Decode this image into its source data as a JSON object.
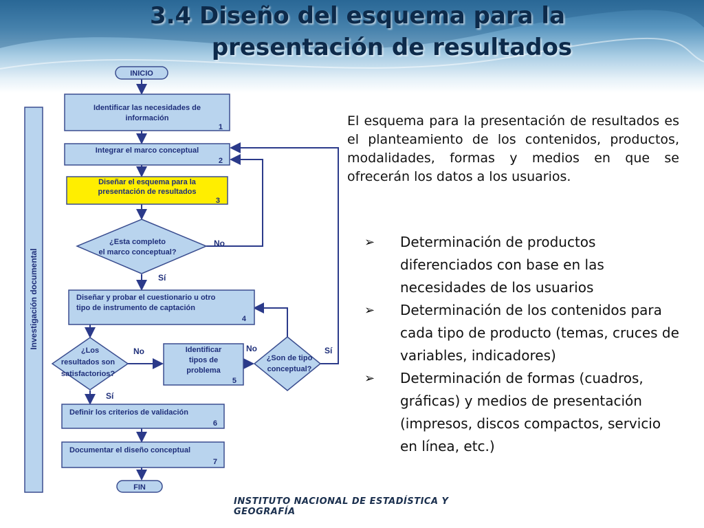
{
  "title": {
    "line1": "3.4 Diseño del esquema para la",
    "line2": "presentación de resultados"
  },
  "flowchart": {
    "side_label": "Investigación documental",
    "inicio": "INICIO",
    "fin": "FIN",
    "step1": {
      "line1": "Identificar las necesidades de",
      "line2": "información",
      "num": "1"
    },
    "step2": {
      "line1": "Integrar el marco conceptual",
      "num": "2"
    },
    "step3": {
      "line1": "Diseñar el esquema para la",
      "line2": "presentación de resultados",
      "num": "3"
    },
    "decision1": {
      "line1": "¿Esta completo",
      "line2": "el  marco conceptual?"
    },
    "step4": {
      "line1": "Diseñar y probar el cuestionario u otro",
      "line2": "tipo de instrumento de captación",
      "num": "4"
    },
    "decision2": {
      "line1": "¿Los",
      "line2": "resultados son",
      "line3": "satisfactorios?"
    },
    "step5": {
      "line1": "Identificar",
      "line2": "tipos de",
      "line3": "problema",
      "num": "5"
    },
    "decision3": {
      "line1": "¿Son de tipo",
      "line2": "conceptual?"
    },
    "step6": {
      "line1": "Definir los criterios de validación",
      "num": "6"
    },
    "step7": {
      "line1": "Documentar el diseño conceptual",
      "num": "7"
    },
    "labels": {
      "no": "No",
      "si": "Sí"
    }
  },
  "content": {
    "paragraph": "El esquema para la presentación de resultados es el planteamiento de los contenidos, productos, modalidades, formas y medios en que se ofrecerán los datos a los usuarios.",
    "bullets": [
      "Determinación de productos diferenciados con base en las necesidades de los usuarios",
      "Determinación de los contenidos para cada tipo de producto (temas, cruces de variables, indicadores)",
      "Determinación de formas (cuadros, gráficas) y medios de presentación (impresos, discos compactos, servicio en línea, etc.)"
    ]
  },
  "footer": "INSTITUTO NACIONAL  DE ESTADÍSTICA Y GEOGRAFÍA",
  "colors": {
    "box_fill": "#b9d4ee",
    "box_stroke": "#3a4d8f",
    "highlight_fill": "#ffee00",
    "arrow": "#2b3a8a",
    "text": "#1f2f7a"
  }
}
